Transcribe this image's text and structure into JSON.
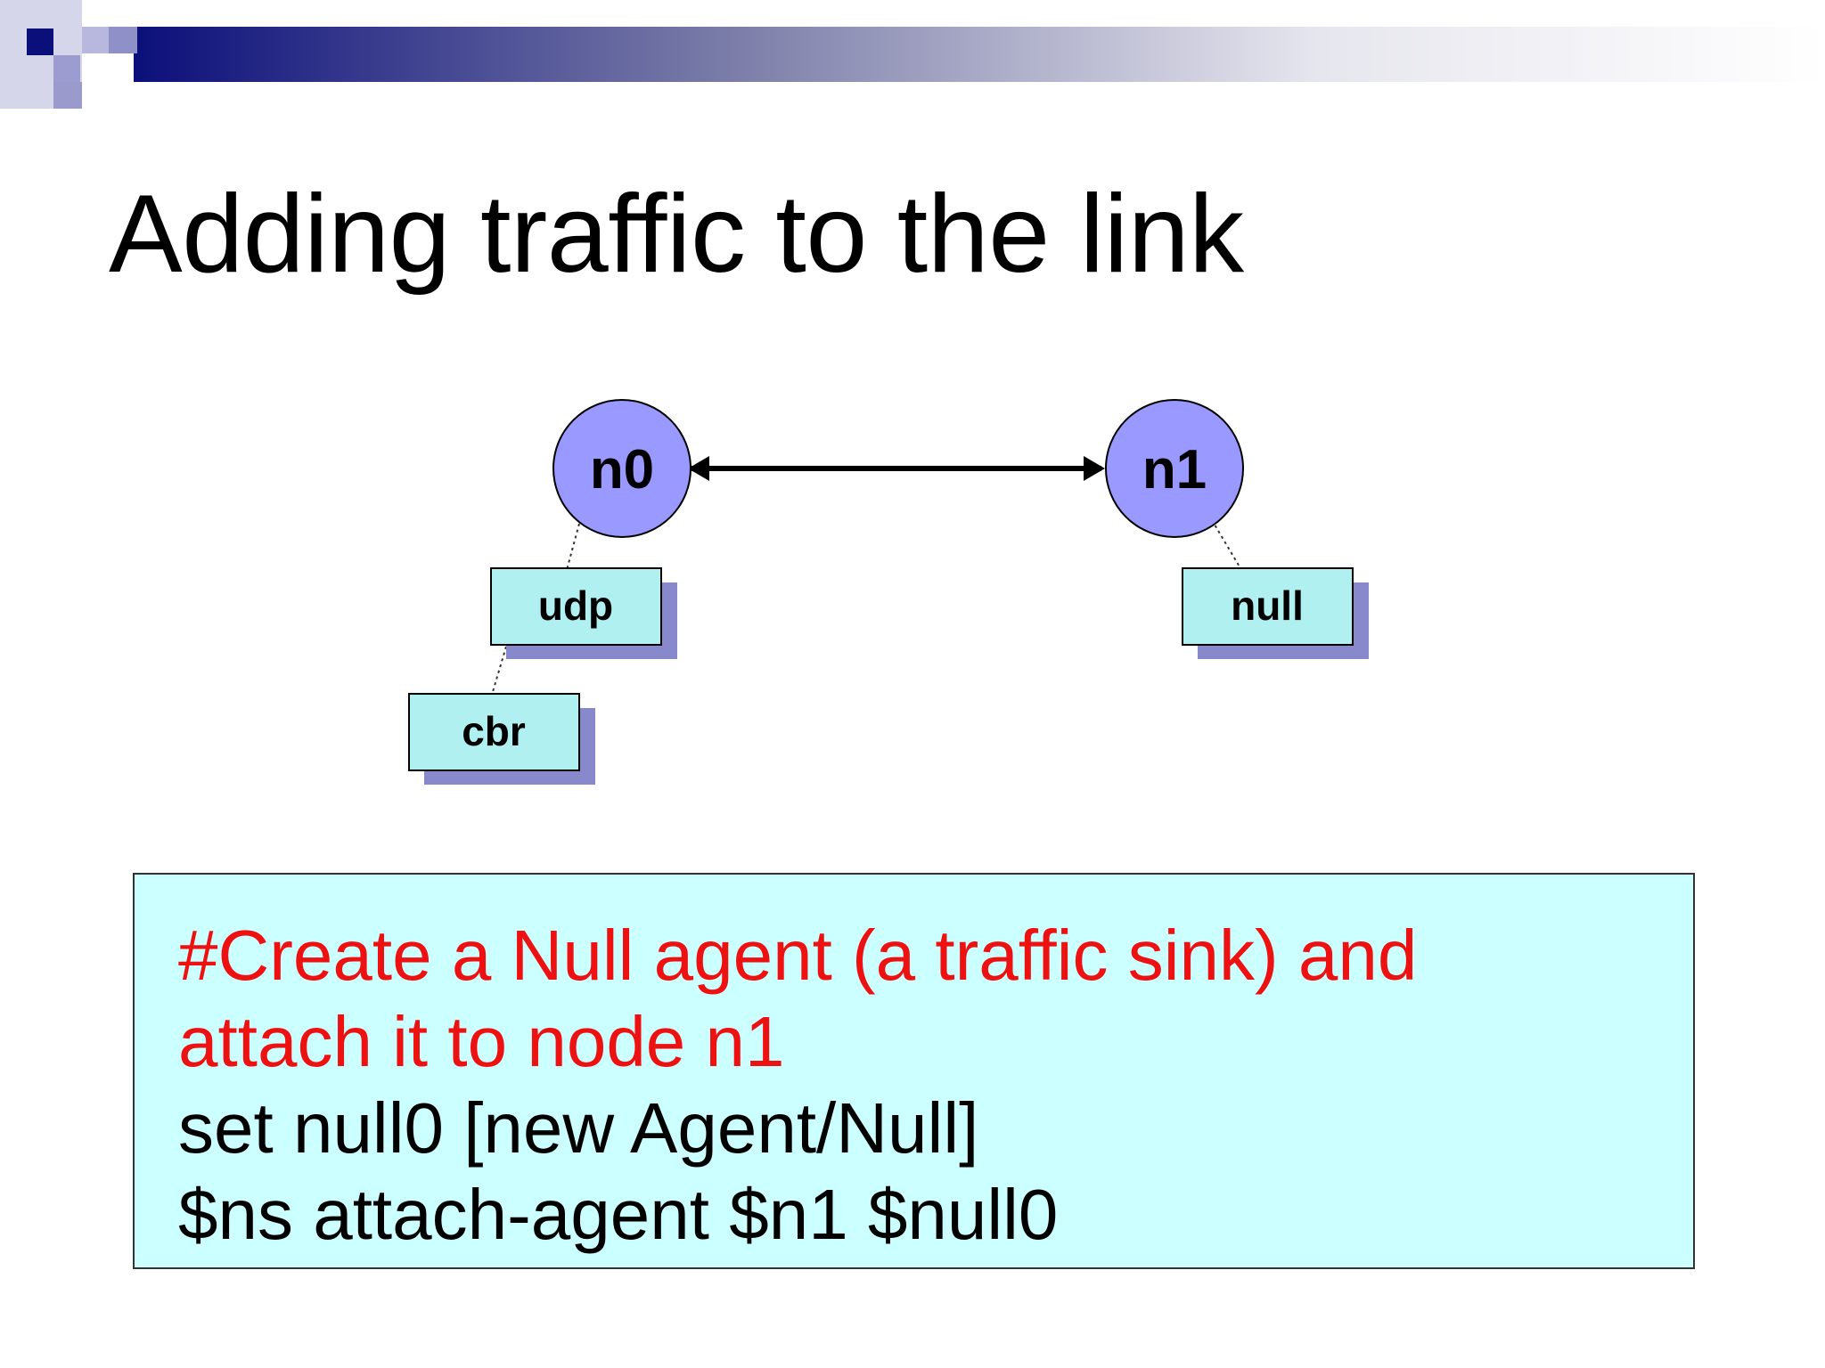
{
  "slide": {
    "title": "Adding traffic to the link"
  },
  "diagram": {
    "nodes": [
      {
        "id": "n0",
        "label": "n0"
      },
      {
        "id": "n1",
        "label": "n1"
      }
    ],
    "agents": [
      {
        "id": "udp",
        "label": "udp",
        "attached_to": "n0"
      },
      {
        "id": "cbr",
        "label": "cbr",
        "attached_to": "udp"
      },
      {
        "id": "null",
        "label": "null",
        "attached_to": "n1"
      }
    ],
    "link": {
      "from": "n0",
      "to": "n1",
      "direction": "bidirectional"
    },
    "colors": {
      "node_fill": "#9999ff",
      "agent_fill": "#b0f0f0",
      "agent_shadow": "#8888cc",
      "link": "#000000"
    }
  },
  "code_box": {
    "comment_lines": [
      "#Create a Null agent (a traffic sink) and",
      "attach it to node n1"
    ],
    "command_lines": [
      "set null0 [new Agent/Null]",
      "$ns attach-agent $n1 $null0"
    ],
    "colors": {
      "background": "#ccffff",
      "comment": "#ee1111",
      "command": "#000000"
    }
  }
}
